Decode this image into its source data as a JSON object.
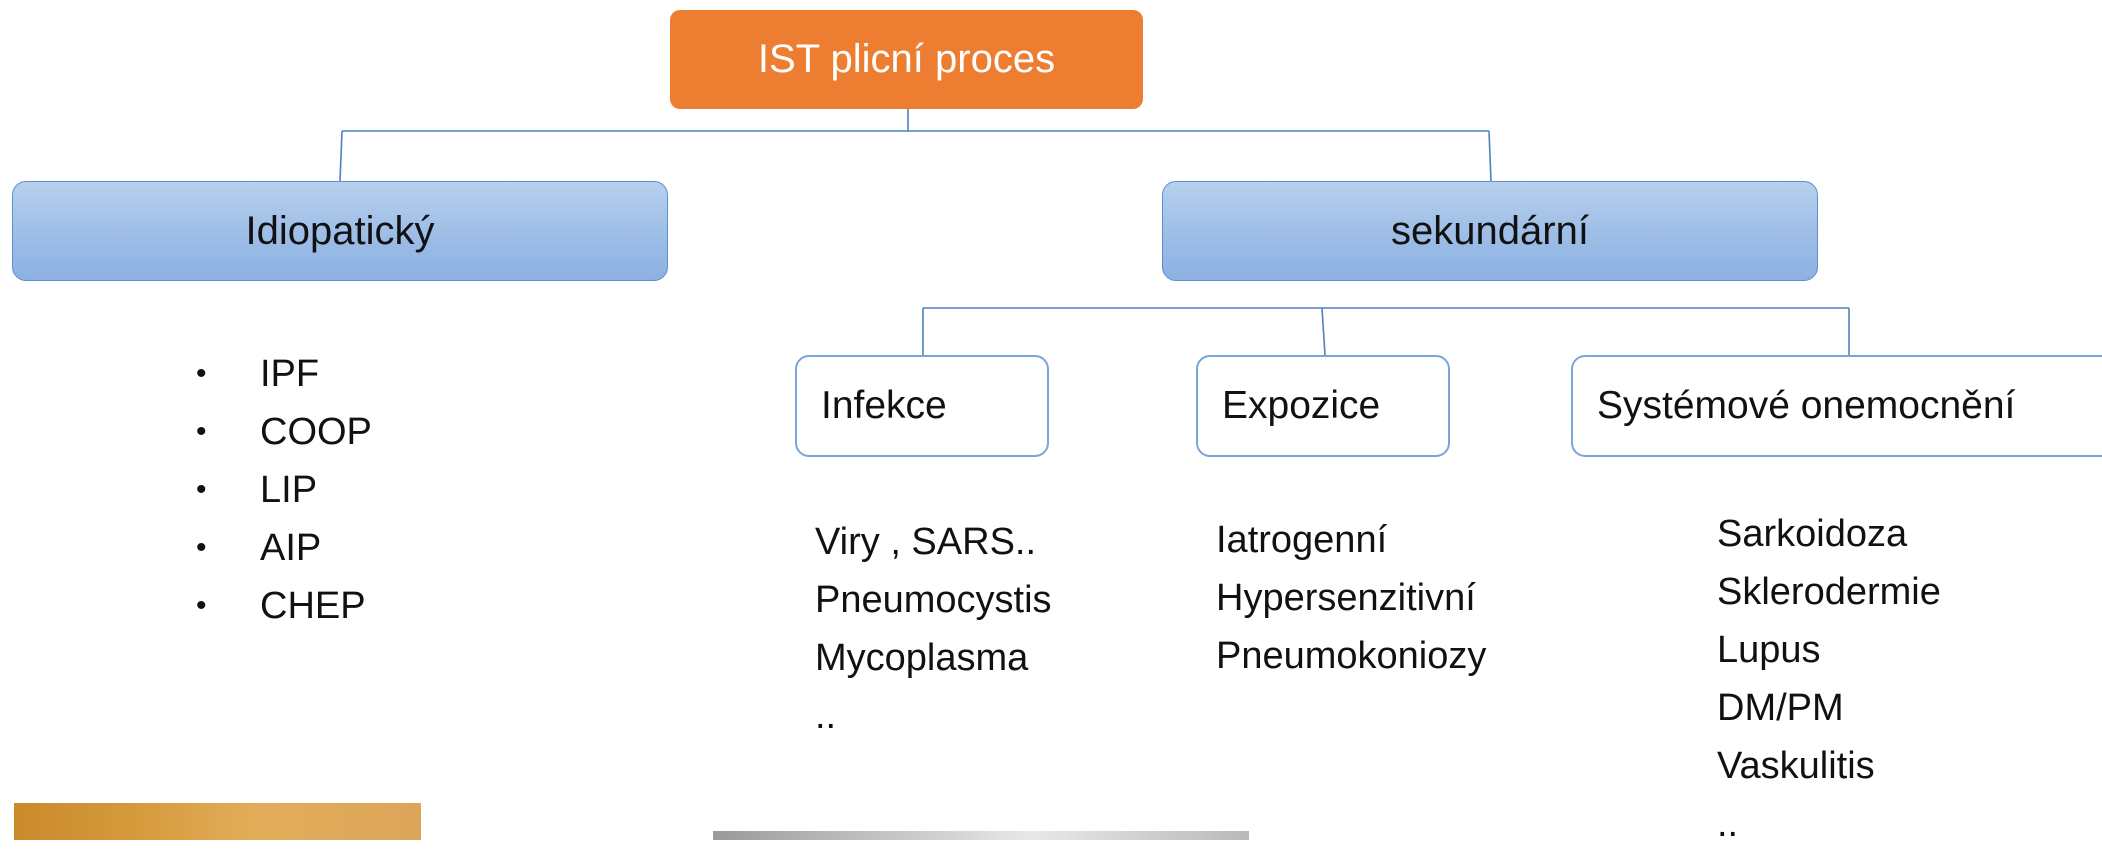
{
  "root": {
    "label": "IST plicní proces"
  },
  "categories": {
    "idiopathic": {
      "label": "Idiopatický",
      "items": [
        "IPF",
        "COOP",
        "LIP",
        "AIP",
        "CHEP"
      ]
    },
    "secondary": {
      "label": "sekundární"
    }
  },
  "subcategories": {
    "infection": {
      "label": "Infekce",
      "items": [
        "Viry , SARS..",
        "Pneumocystis",
        "Mycoplasma",
        ".."
      ]
    },
    "exposure": {
      "label": "Expozice",
      "items": [
        "Iatrogenní",
        "Hypersenzitivní",
        "Pneumokoniozy"
      ]
    },
    "systemic": {
      "label": "Systémové onemocnění",
      "items": [
        "Sarkoidoza",
        "Sklerodermie",
        "Lupus",
        "DM/PM",
        "Vaskulitis",
        ".."
      ]
    }
  },
  "bullet_symbol": "•",
  "colors": {
    "root_fill": "#ed7d31",
    "category_fill": "#9dbde6",
    "connector": "#4f81bd",
    "subcategory_border": "#7aa5d8"
  }
}
